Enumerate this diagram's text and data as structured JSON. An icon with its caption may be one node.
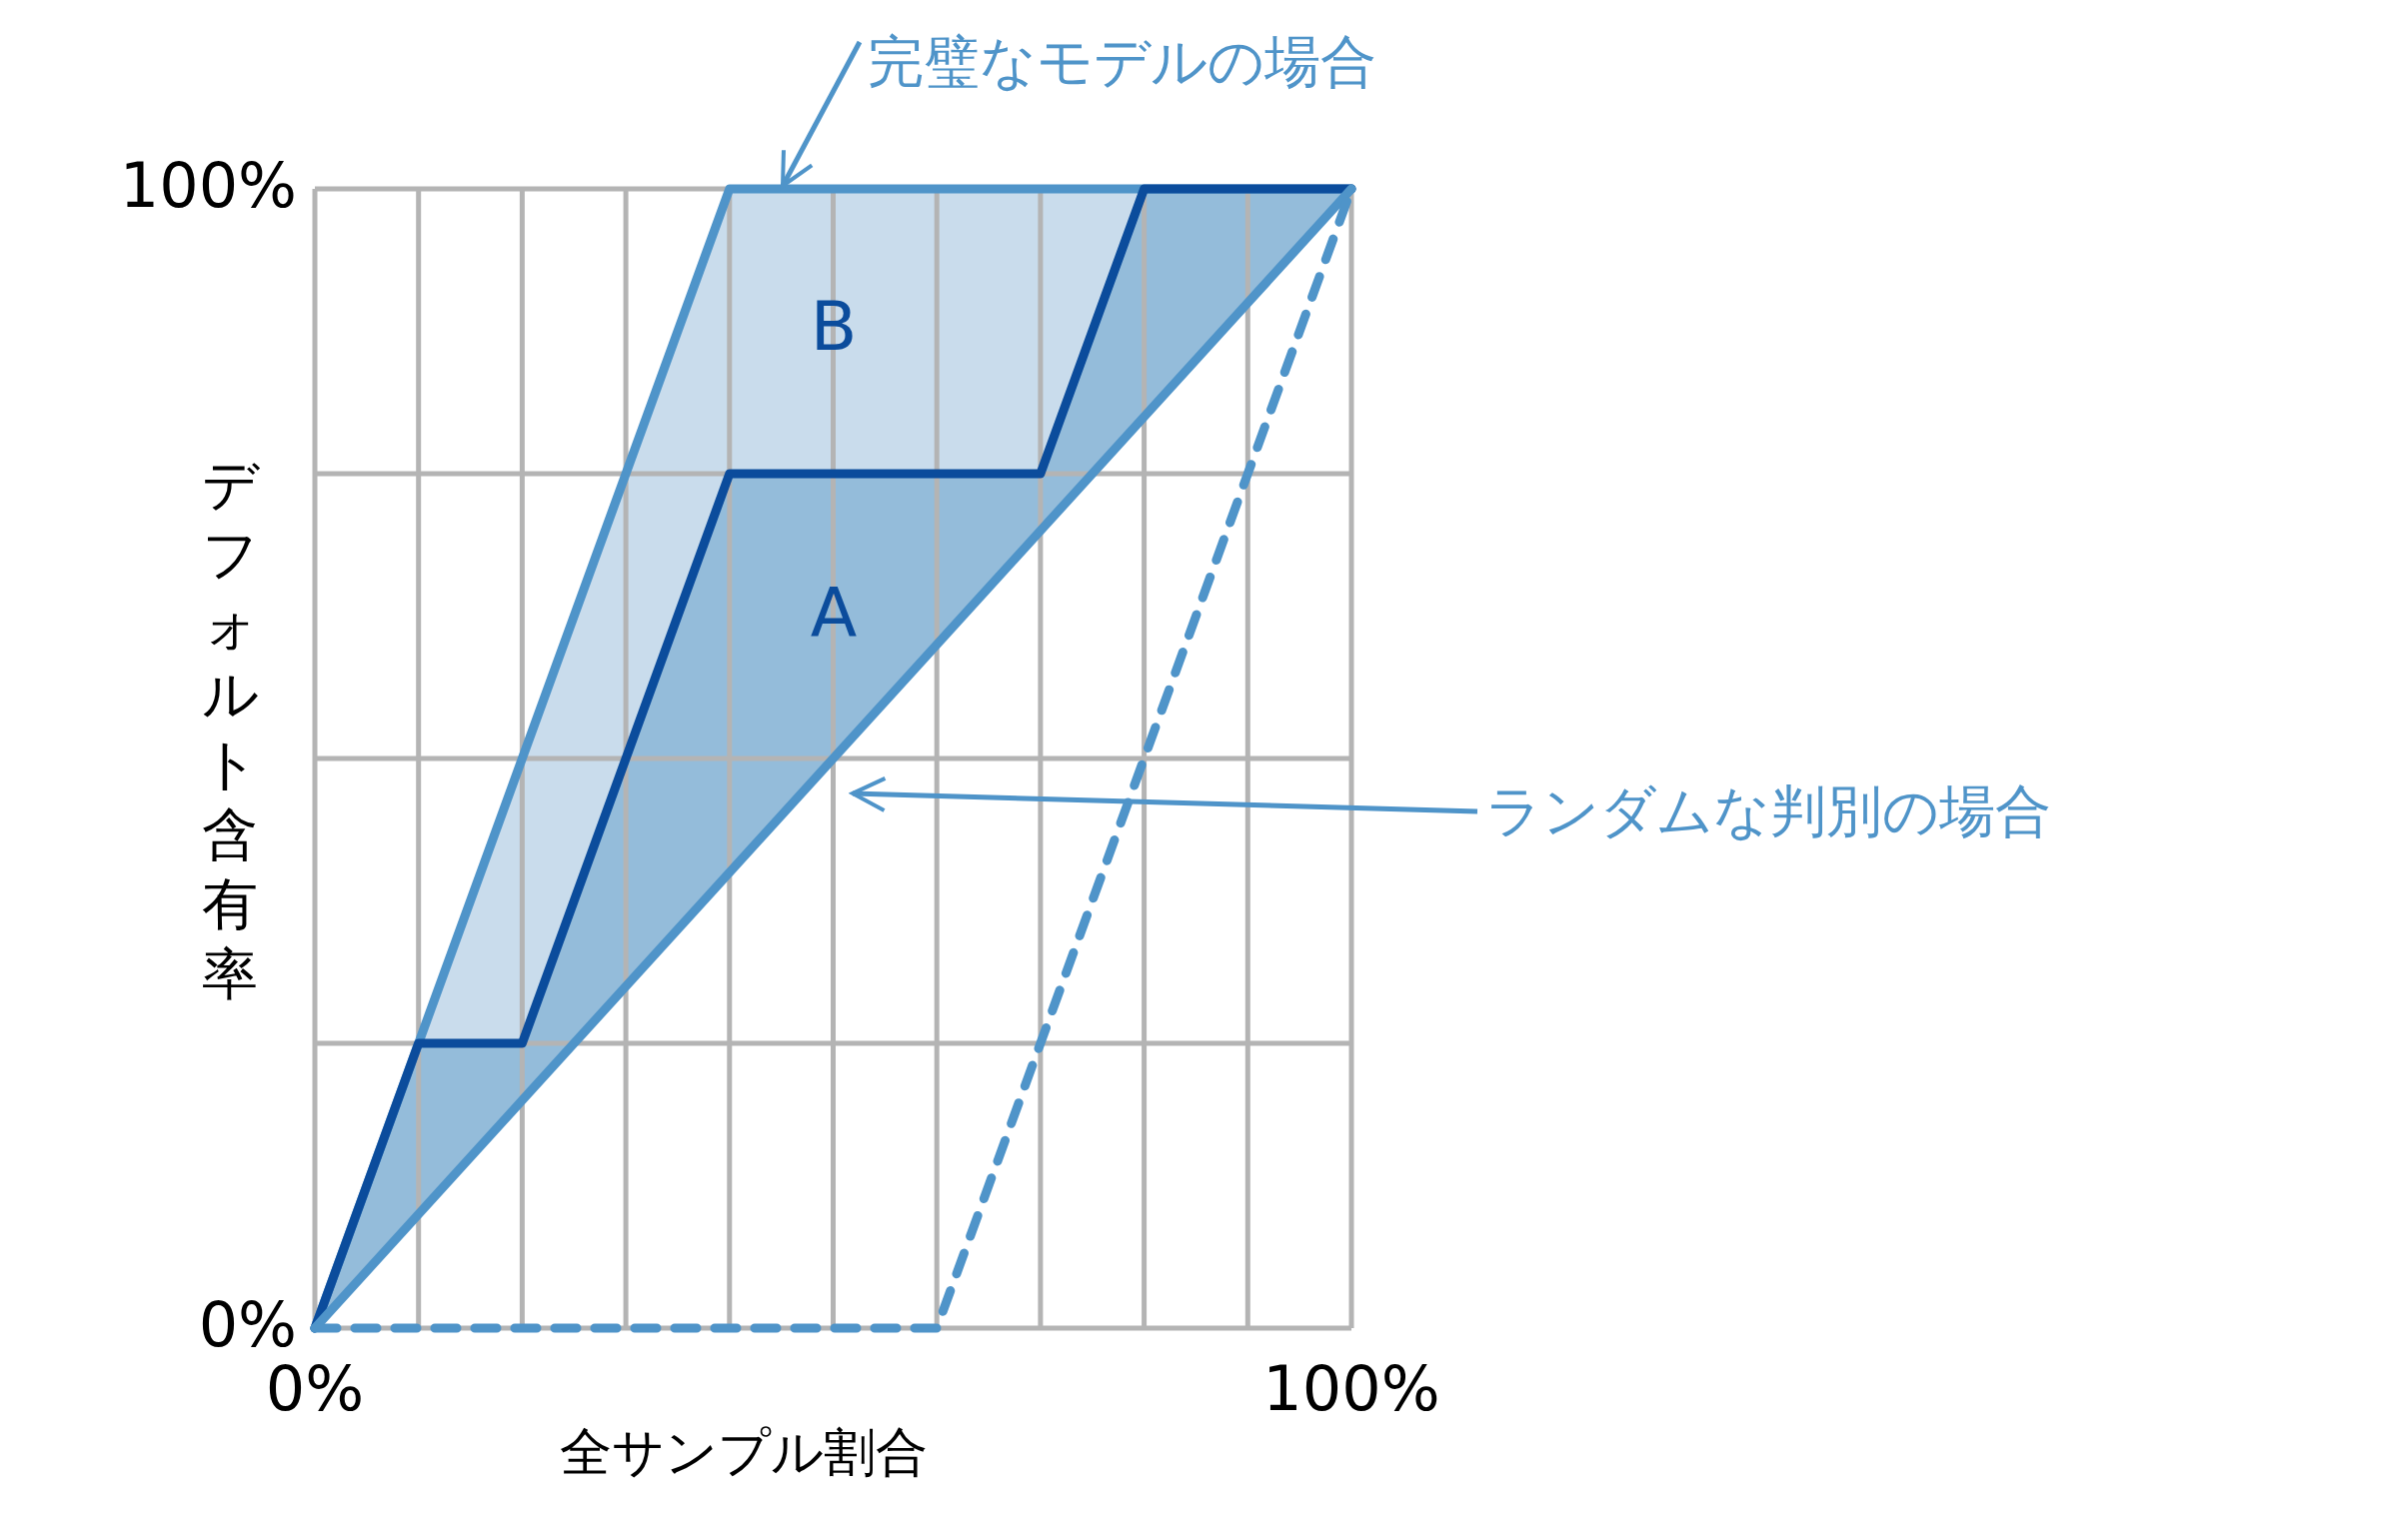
{
  "diagram": {
    "nodes": [
      {
        "text": [
          "完璧なモデルの場合"
        ]
      },
      {
        "text": [
          "ランダムな判別の場合"
        ]
      }
    ],
    "edges": [
      {
        "from": 0,
        "to": null,
        "arrow": "to"
      },
      {
        "from": 1,
        "to": null,
        "arrow": "to"
      }
    ],
    "labels": [
      "B",
      "A"
    ],
    "chart_data": {
      "type": "line",
      "xlabel": "全サンプル割合",
      "ylabel": "デフォルト含有率",
      "x": [
        0,
        10,
        20,
        30,
        40,
        50,
        60,
        70,
        80,
        90,
        100
      ],
      "xlim": [
        0,
        100
      ],
      "ylim": [
        0,
        100
      ],
      "xticks": [
        {
          "value": 0,
          "label": "0%"
        },
        {
          "value": 100,
          "label": "100%"
        }
      ],
      "yticks": [
        {
          "value": 0,
          "label": "0%"
        },
        {
          "value": 100,
          "label": "100%"
        }
      ],
      "series": [
        {
          "color": "#4f94c9",
          "values": [
            0,
            25,
            50,
            75,
            100,
            100,
            100,
            100,
            100,
            100,
            100
          ]
        },
        {
          "color": "#0b4c9c",
          "values": [
            0,
            25,
            25,
            50,
            75,
            75,
            75,
            75,
            100,
            100,
            100
          ]
        },
        {
          "color": "#4f94c9",
          "values": [
            0,
            10,
            20,
            30,
            40,
            50,
            60,
            70,
            80,
            90,
            100
          ]
        },
        {
          "color": "#4f94c9",
          "line_style": "dashed",
          "values": [
            0,
            0,
            0,
            0,
            0,
            0,
            0,
            25,
            50,
            75,
            100
          ]
        }
      ]
    }
  }
}
